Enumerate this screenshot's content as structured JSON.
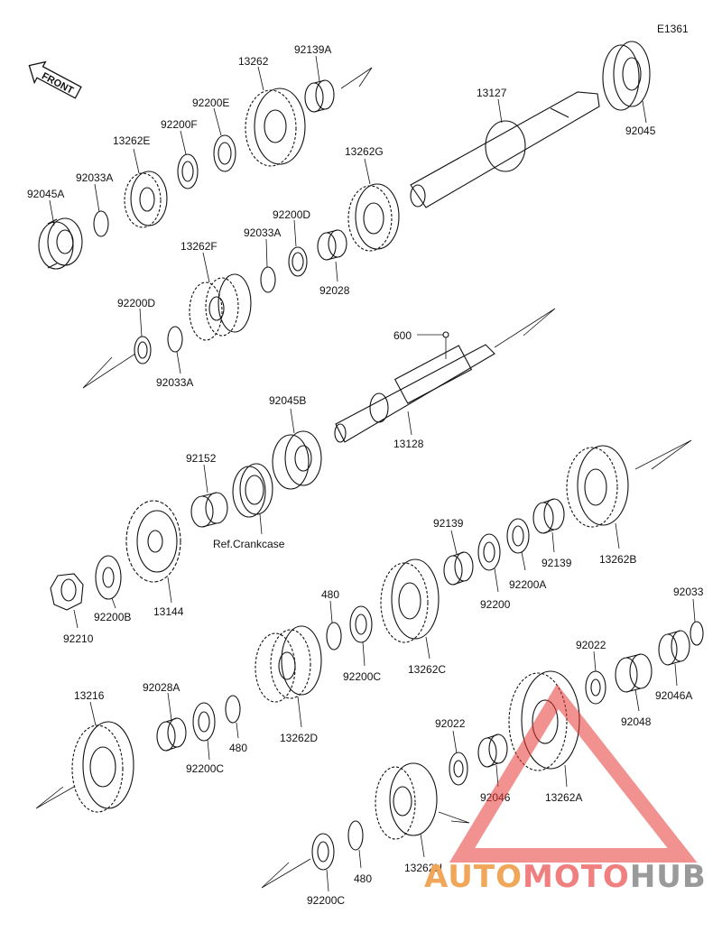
{
  "diagram_code": "E1361",
  "front_label": "FRONT",
  "ref_note": "Ref.Crankcase",
  "watermark": {
    "part1": "AUTO",
    "part2": "MOTO",
    "part3": "HUB"
  },
  "colors": {
    "ink": "#111111",
    "watermark_red": "#e53935",
    "watermark_orange": "#f0a75a",
    "watermark_grey": "#9a9a9a"
  },
  "labels": {
    "l13262": "13262",
    "l92139A": "92139A",
    "l92200E": "92200E",
    "l92200F": "92200F",
    "l13262E": "13262E",
    "l92033A_a": "92033A",
    "l92045A": "92045A",
    "l13127": "13127",
    "l92045": "92045",
    "l13262G": "13262G",
    "l92200D_a": "92200D",
    "l92033A_b": "92033A",
    "l92028": "92028",
    "l13262F": "13262F",
    "l92200D_b": "92200D",
    "l92033A_c": "92033A",
    "l600": "600",
    "l13128": "13128",
    "l92045B": "92045B",
    "l92152": "92152",
    "l13144": "13144",
    "l92200B": "92200B",
    "l92210": "92210",
    "l92139_a": "92139",
    "l92200A": "92200A",
    "l92200": "92200",
    "l92139_b": "92139",
    "l13262B": "13262B",
    "l13262C": "13262C",
    "l480_a": "480",
    "l92200C_a": "92200C",
    "l13262D": "13262D",
    "l92028A": "92028A",
    "l92200C_b": "92200C",
    "l480_b": "480",
    "l13216": "13216",
    "l92033": "92033",
    "l92022_a": "92022",
    "l92046A": "92046A",
    "l92048": "92048",
    "l92022_b": "92022",
    "l92046": "92046",
    "l13262A": "13262A",
    "l13262H": "13262H",
    "l480_c": "480",
    "l92200C_c": "92200C"
  }
}
